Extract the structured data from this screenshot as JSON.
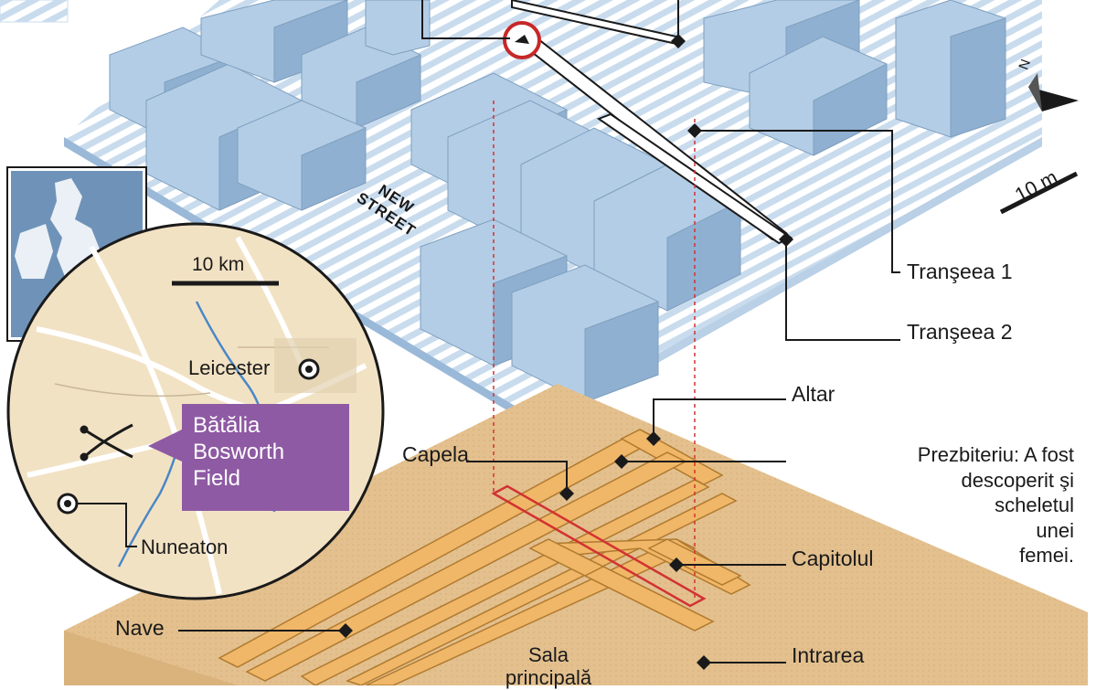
{
  "labels": {
    "street": "NEW\nSTREET",
    "trench1": "Tranşeea 1",
    "trench2": "Tranşeea 2",
    "altar": "Altar",
    "chapel": "Capela",
    "presbytery": "Prezbiteriu: A fost\ndescoperit şi\nscheletul\nunei\nfemei.",
    "chapter": "Capitolul",
    "nave": "Nave",
    "entrance": "Intrarea",
    "main_hall": "Sala\nprincipală",
    "scale_10m": "10 m",
    "compass_n": "N"
  },
  "inset_map": {
    "scale_10km": "10 km",
    "leicester": "Leicester",
    "nuneaton": "Nuneaton",
    "battle": "Bătălia\nBosworth\nField"
  },
  "colors": {
    "building": "#b3cde6",
    "building_dark": "#8fb0d1",
    "stripe": "#cfe0ef",
    "ruins_base": "#e8c89a",
    "walls": "#f0b768",
    "purple": "#8e5aa3",
    "marker_red": "#c62828"
  }
}
